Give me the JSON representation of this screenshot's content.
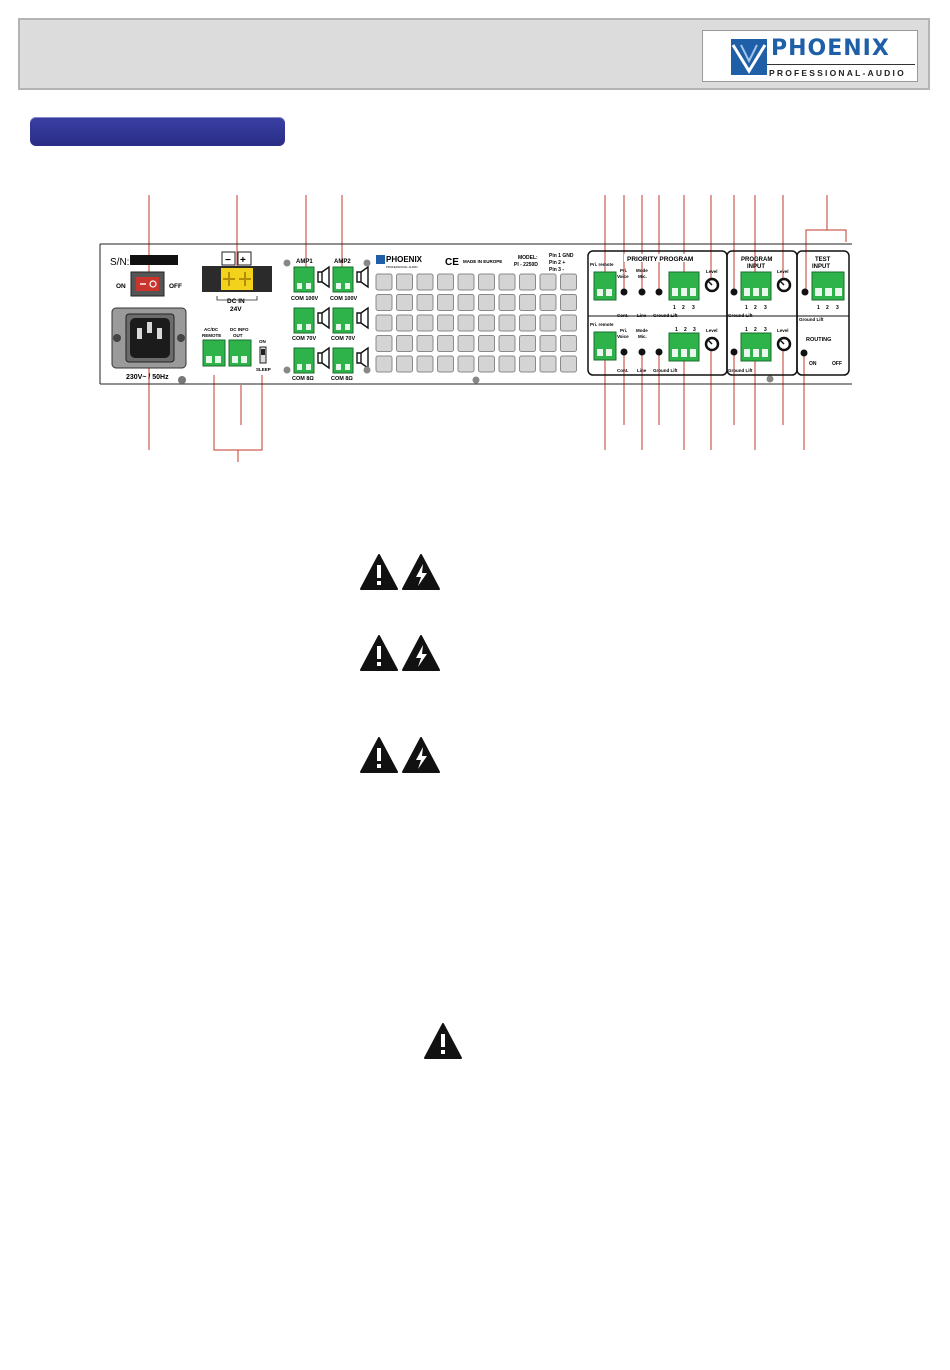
{
  "brand": {
    "name": "PHOENIX",
    "tagline": "PROFESSIONAL-AUDIO"
  },
  "section_title": "",
  "rear_panel": {
    "serial_label": "S/N:",
    "power_switch": {
      "on": "ON",
      "off": "OFF"
    },
    "mains_label": "230V~ / 50Hz",
    "dc_in": {
      "minus": "−",
      "plus": "+",
      "label": "DC IN",
      "voltage": "24V"
    },
    "acdc_remote": [
      "AC/DC",
      "REMOTE"
    ],
    "dc_info_out": [
      "DC INFO",
      "OUT"
    ],
    "sleep_switch": {
      "on": "ON",
      "sleep": "SLEEP"
    },
    "amp1": "AMP1",
    "amp2": "AMP2",
    "outputs": [
      "COM 100V",
      "COM 70V",
      "COM 8Ω"
    ],
    "panel_logo": "PHOENIX",
    "panel_logo_sub": "PROFESSIONAL-AUDIO",
    "made_in": "MADE IN EUROPE",
    "ce": "CE",
    "model_label": "MODEL:",
    "model": "PI - 2250D",
    "pins": [
      "Pin 1 GND",
      "Pin 2 +",
      "Pin 3 -"
    ],
    "priority_program": "PRIORITY PROGRAM",
    "pri_remote": "Pri. remote",
    "pri_voice": [
      "Pri.",
      "Voice"
    ],
    "mode_mic": [
      "Mode",
      "Mic."
    ],
    "cont": "Cont.",
    "line": "Line",
    "ground_lift": "Ground Lift",
    "level": "Level",
    "pin_numbers": [
      "1",
      "2",
      "3"
    ],
    "program_input": [
      "PROGRAM",
      "INPUT"
    ],
    "test_input": [
      "TEST",
      "INPUT"
    ],
    "routing": "ROUTING",
    "routing_on": "ON",
    "routing_off": "OFF"
  },
  "warnings": [
    {
      "symbols": [
        "exclamation-icon",
        "lightning-icon"
      ]
    },
    {
      "symbols": [
        "exclamation-icon",
        "lightning-icon"
      ]
    },
    {
      "symbols": [
        "exclamation-icon",
        "lightning-icon"
      ]
    },
    {
      "symbols": [
        "exclamation-icon"
      ]
    }
  ],
  "colors": {
    "brand_blue": "#1f5fa8",
    "section_bar": "#2f3394",
    "terminal_green": "#2db34a",
    "fuse_yellow": "#f2d21b"
  }
}
